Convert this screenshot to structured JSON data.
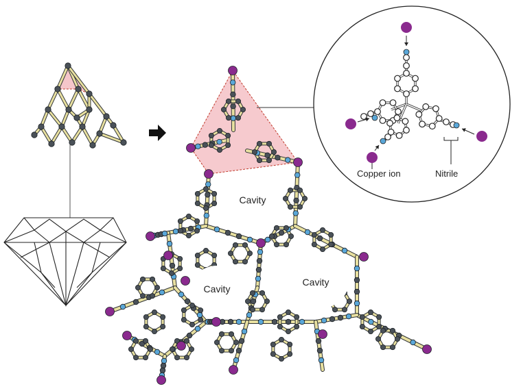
{
  "labels": {
    "cavity_top": "Cavity",
    "cavity_left": "Cavity",
    "cavity_right": "Cavity",
    "copper_ion": "Copper ion",
    "nitrile": "Nitrile"
  },
  "colors": {
    "bond_fill": "#e8e0a0",
    "bond_stroke": "#2f3337",
    "carbon": "#4a5158",
    "nitrogen": "#5aa7d8",
    "copper": "#8a2a8e",
    "tetra_fill": "#f3b8bd",
    "tetra_line": "#c0392b",
    "inset_atom": "#ffffff"
  },
  "icons": {
    "arrow": "right-arrow-icon",
    "gem": "diamond-gem-icon"
  }
}
